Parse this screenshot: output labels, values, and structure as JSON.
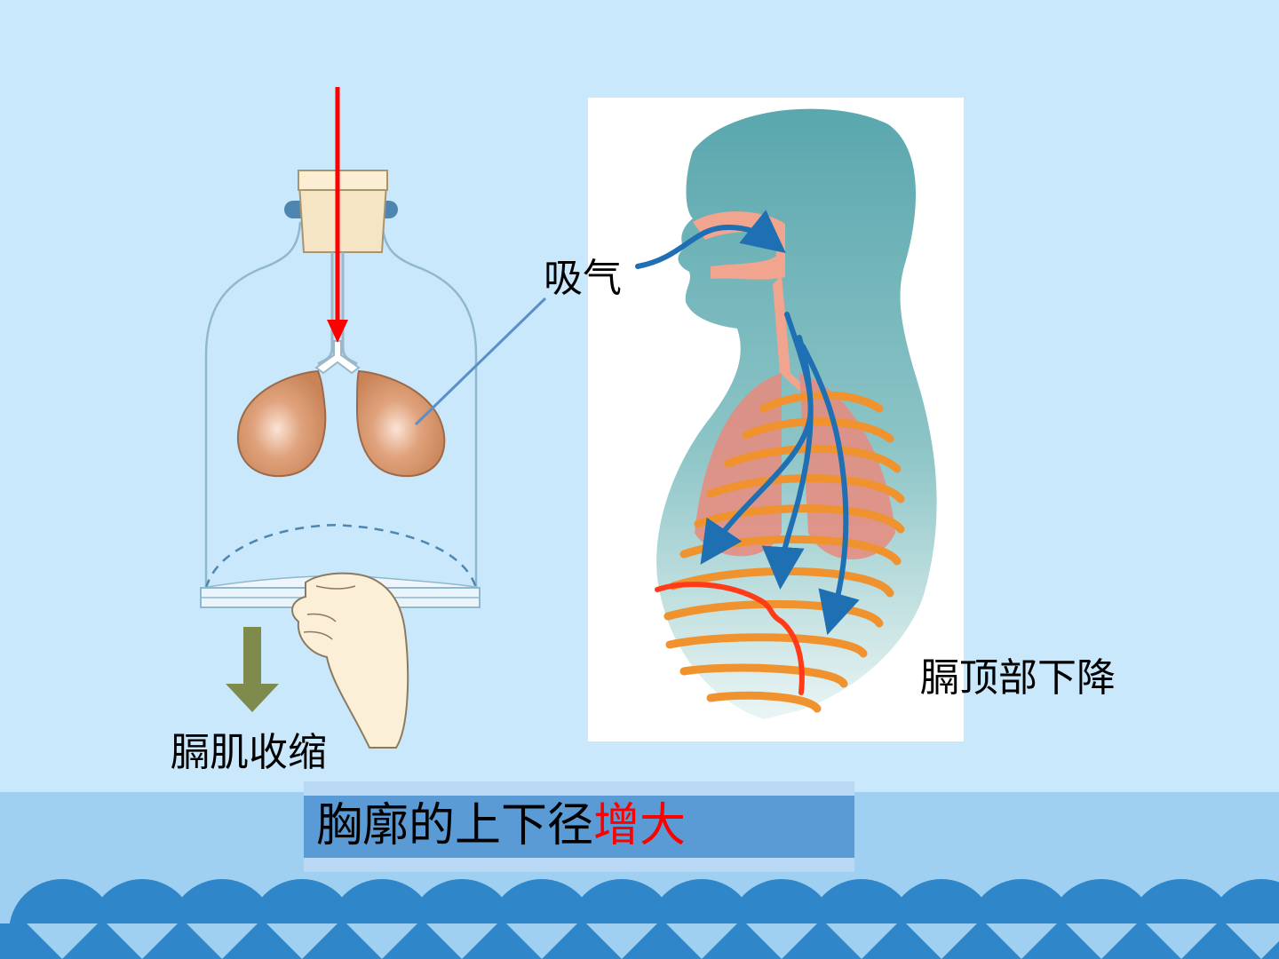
{
  "labels": {
    "inhale": "吸气",
    "diaphragm_contract": "膈肌收缩",
    "dome_down": "膈顶部下降"
  },
  "banner": {
    "text_plain": "胸廓的上下径",
    "text_highlight": "增大"
  },
  "colors": {
    "background": "#c9e8fb",
    "wave_dark": "#2f86c9",
    "banner": "#5b9bd5",
    "highlight": "#ff0000",
    "air_arrow": "#1f6fb3",
    "body_teal": "#6fb3b8",
    "rib_orange": "#f0922e",
    "lung_brown": "#d7946a"
  }
}
